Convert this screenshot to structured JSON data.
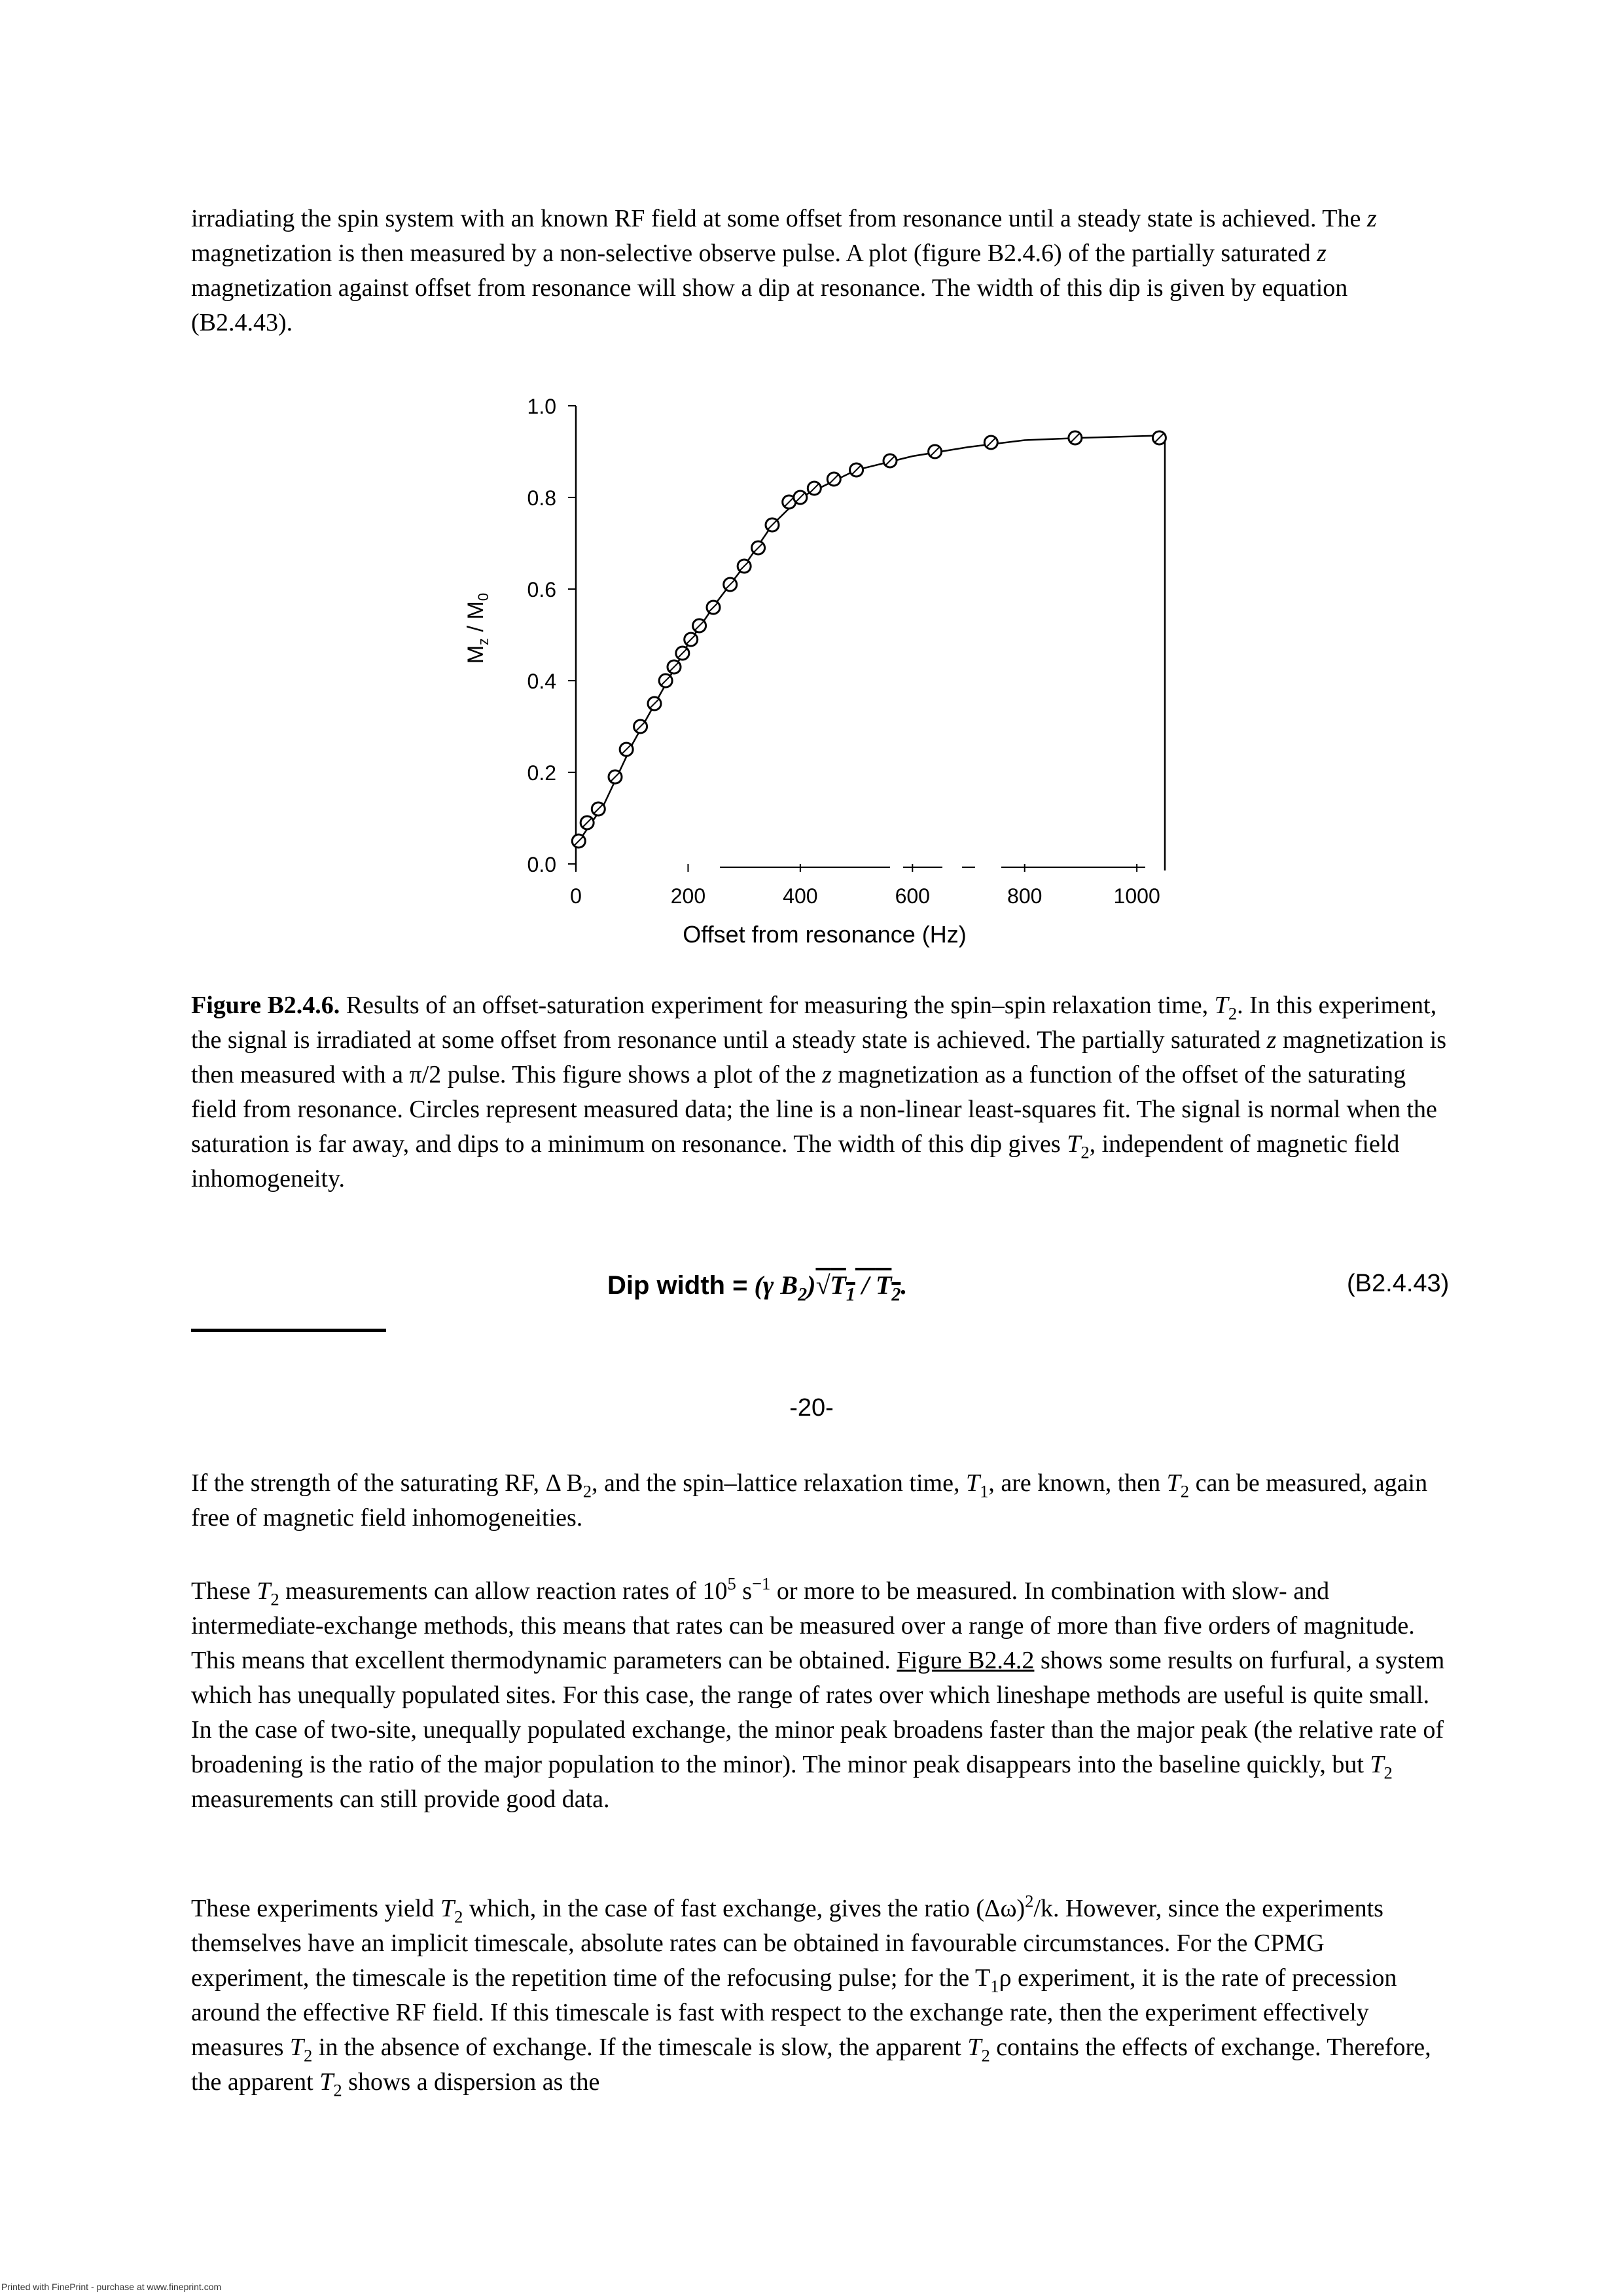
{
  "intro": {
    "t1": "irradiating the spin system with an known RF field at some offset from resonance until a steady state is achieved. The ",
    "z1": "z",
    "t2": " magnetization is then measured by a non-selective observe pulse. A plot (figure B2.4.6) of the partially saturated ",
    "z2": "z",
    "t3": " magnetization against offset from resonance will show a dip at resonance. The width of this dip is given by equation (B2.4.43)."
  },
  "chart_data": {
    "type": "scatter",
    "xlabel": "Offset from resonance (Hz)",
    "ylabel_main": "M",
    "ylabel_sub1": "z",
    "ylabel_sep": " / M",
    "ylabel_sub2": "0",
    "xlim": [
      0,
      1050
    ],
    "ylim": [
      0,
      1.0
    ],
    "x_ticks": [
      0,
      200,
      400,
      600,
      800,
      1000
    ],
    "x_tick_labels": [
      "0",
      "200",
      "400",
      "600",
      "800",
      "1000"
    ],
    "y_ticks": [
      0.0,
      0.2,
      0.4,
      0.6,
      0.8,
      1.0
    ],
    "y_tick_labels": [
      "0.0",
      "0.2",
      "0.4",
      "0.6",
      "0.8",
      "1.0"
    ],
    "points": [
      {
        "x": 5,
        "y": 0.05
      },
      {
        "x": 20,
        "y": 0.09
      },
      {
        "x": 40,
        "y": 0.12
      },
      {
        "x": 70,
        "y": 0.19
      },
      {
        "x": 90,
        "y": 0.25
      },
      {
        "x": 115,
        "y": 0.3
      },
      {
        "x": 140,
        "y": 0.35
      },
      {
        "x": 160,
        "y": 0.4
      },
      {
        "x": 175,
        "y": 0.43
      },
      {
        "x": 190,
        "y": 0.46
      },
      {
        "x": 205,
        "y": 0.49
      },
      {
        "x": 220,
        "y": 0.52
      },
      {
        "x": 245,
        "y": 0.56
      },
      {
        "x": 275,
        "y": 0.61
      },
      {
        "x": 300,
        "y": 0.65
      },
      {
        "x": 325,
        "y": 0.69
      },
      {
        "x": 350,
        "y": 0.74
      },
      {
        "x": 380,
        "y": 0.79
      },
      {
        "x": 400,
        "y": 0.8
      },
      {
        "x": 425,
        "y": 0.82
      },
      {
        "x": 460,
        "y": 0.84
      },
      {
        "x": 500,
        "y": 0.86
      },
      {
        "x": 560,
        "y": 0.88
      },
      {
        "x": 640,
        "y": 0.9
      },
      {
        "x": 740,
        "y": 0.92
      },
      {
        "x": 890,
        "y": 0.93
      },
      {
        "x": 1040,
        "y": 0.93
      }
    ],
    "fit_curve": [
      {
        "x": 0,
        "y": 0.04
      },
      {
        "x": 50,
        "y": 0.13
      },
      {
        "x": 100,
        "y": 0.26
      },
      {
        "x": 150,
        "y": 0.37
      },
      {
        "x": 200,
        "y": 0.48
      },
      {
        "x": 250,
        "y": 0.57
      },
      {
        "x": 300,
        "y": 0.65
      },
      {
        "x": 350,
        "y": 0.74
      },
      {
        "x": 400,
        "y": 0.8
      },
      {
        "x": 500,
        "y": 0.86
      },
      {
        "x": 600,
        "y": 0.89
      },
      {
        "x": 700,
        "y": 0.91
      },
      {
        "x": 800,
        "y": 0.925
      },
      {
        "x": 900,
        "y": 0.93
      },
      {
        "x": 1040,
        "y": 0.935
      }
    ]
  },
  "caption": {
    "label": "Figure B2.4.6.",
    "t1": " Results of an offset-saturation experiment for measuring the spin–spin relaxation time, ",
    "T": "T",
    "s2": "2",
    "t2": ". In this experiment, the signal is irradiated at some offset from resonance until a steady state is achieved. The partially saturated ",
    "z1": "z",
    "t3": " magnetization is then measured with a π/2 pulse. This figure shows a plot of the ",
    "z2": "z",
    "t4": " magnetization as a function of the offset of the saturating field from resonance. Circles represent measured data; the line is a non-linear least-squares fit. The signal is normal when the saturation is far away, and dips to a minimum on resonance. The width of this dip gives ",
    "t5": ", independent of magnetic field inhomogeneity."
  },
  "equation": {
    "lhs": "Dip width =",
    "paren_open": " (γ ",
    "B": "B",
    "Bsub": "2",
    "paren_close": ")",
    "sqrt": "√",
    "T1": "T",
    "T1sub": "1",
    "slash": " / ",
    "T2": "T",
    "T2sub": "2",
    "end": ".",
    "number": "(B2.4.43)"
  },
  "page_number": "-20-",
  "p1": {
    "t1": "If the strength of the saturating RF, Δ B",
    "s1": "2",
    "t2": ", and the spin–lattice relaxation time, ",
    "T1": "T",
    "T1s": "1",
    "t3": ", are known, then ",
    "T2": "T",
    "T2s": "2",
    "t4": " can be measured, again free of magnetic field inhomogeneities."
  },
  "p2": {
    "t1": "These ",
    "T": "T",
    "s": "2",
    "t2": " measurements can allow reaction rates of 10",
    "sup1": "5",
    "t3": " s",
    "sup2": "−1",
    "t4": " or more to be measured. In combination with slow- and intermediate-exchange methods, this means that rates can be measured over a range of more than five orders of magnitude. This means that excellent thermodynamic parameters can be obtained. ",
    "link": "Figure B2.4.2",
    "t5": " shows some results on furfural, a system which has unequally populated sites. For this case, the range of rates over which lineshape methods are useful is quite small. In the case of two-site, unequally populated exchange, the minor peak broadens faster than the major peak (the relative rate of broadening is the ratio of the major population to the minor). The minor peak disappears into the baseline quickly, but ",
    "t6": " measurements can still provide good data."
  },
  "p3": {
    "t1": "These experiments yield ",
    "T": "T",
    "s": "2",
    "t2": " which, in the case of fast exchange, gives the ratio (Δω)",
    "sup": "2",
    "t3": "/k. However, since the experiments themselves have an implicit timescale, absolute rates can be obtained in favourable circumstances. For the CPMG experiment, the timescale is the repetition time of the refocusing pulse; for the T",
    "rho_sub": "1",
    "rho": "ρ",
    "t4": " experiment, it is the rate of precession around the effective RF field. If this timescale is fast with respect to the exchange rate, then the experiment effectively measures ",
    "t5": " in the absence of exchange. If the timescale is slow, the apparent ",
    "t6": " contains the effects of exchange. Therefore, the apparent ",
    "t7": " shows a dispersion as the"
  },
  "footer": "Printed with FinePrint - purchase at www.fineprint.com"
}
